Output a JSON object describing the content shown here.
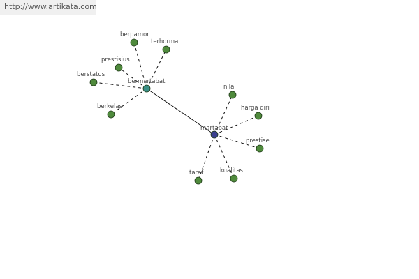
{
  "header": {
    "url": "http://www.artikata.com"
  },
  "colors": {
    "leaf": "#4f8a3c",
    "hub_bermartabat": "#3a8f86",
    "hub_martabat": "#3a3f8e",
    "edge": "#111111",
    "label": "#444444"
  },
  "nodes": [
    {
      "id": "martabat",
      "label": "martabat",
      "role": "hub"
    },
    {
      "id": "bermartabat",
      "label": "bermartabat",
      "role": "hub"
    },
    {
      "id": "berpamor",
      "label": "berpamor",
      "role": "leaf"
    },
    {
      "id": "terhormat",
      "label": "terhormat",
      "role": "leaf"
    },
    {
      "id": "prestisius",
      "label": "prestisius",
      "role": "leaf"
    },
    {
      "id": "berstatus",
      "label": "berstatus",
      "role": "leaf"
    },
    {
      "id": "berkelas",
      "label": "berkelas",
      "role": "leaf"
    },
    {
      "id": "nilai",
      "label": "nilai",
      "role": "leaf"
    },
    {
      "id": "harga-diri",
      "label": "harga diri",
      "role": "leaf"
    },
    {
      "id": "prestise",
      "label": "prestise",
      "role": "leaf"
    },
    {
      "id": "kualitas",
      "label": "kualitas",
      "role": "leaf"
    },
    {
      "id": "taraf",
      "label": "taraf",
      "role": "leaf"
    }
  ],
  "edges": [
    {
      "from": "martabat",
      "to": "bermartabat",
      "style": "solid"
    },
    {
      "from": "bermartabat",
      "to": "berpamor",
      "style": "dashed"
    },
    {
      "from": "bermartabat",
      "to": "terhormat",
      "style": "dashed"
    },
    {
      "from": "bermartabat",
      "to": "prestisius",
      "style": "dashed"
    },
    {
      "from": "bermartabat",
      "to": "berstatus",
      "style": "dashed"
    },
    {
      "from": "bermartabat",
      "to": "berkelas",
      "style": "dashed"
    },
    {
      "from": "martabat",
      "to": "nilai",
      "style": "dashed"
    },
    {
      "from": "martabat",
      "to": "harga-diri",
      "style": "dashed"
    },
    {
      "from": "martabat",
      "to": "prestise",
      "style": "dashed"
    },
    {
      "from": "martabat",
      "to": "kualitas",
      "style": "dashed"
    },
    {
      "from": "martabat",
      "to": "taraf",
      "style": "dashed"
    }
  ]
}
